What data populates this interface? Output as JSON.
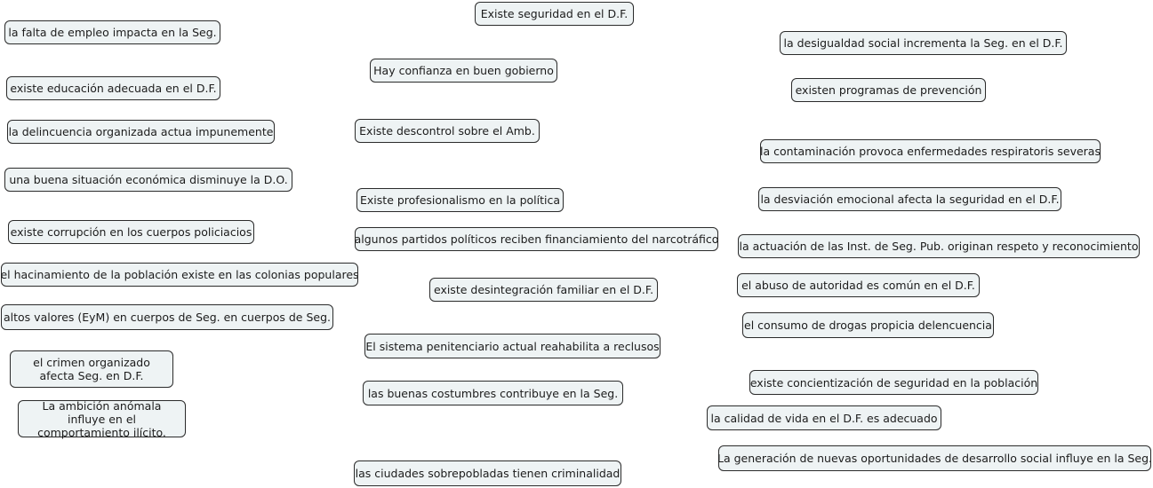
{
  "nodes": [
    "Existe seguridad en el D.F.",
    "la falta de empleo impacta en la Seg.",
    "la desigualdad social incrementa la Seg. en el D.F.",
    "Hay confianza en buen gobierno",
    "existe educación adecuada en el D.F.",
    "existen programas de prevención",
    "la delincuencia organizada actua impunemente",
    "Existe descontrol sobre el Amb.",
    "la contaminación provoca enfermedades respiratoris severas",
    "una buena situación económica  disminuye la D.O.",
    "Existe profesionalismo en la política",
    "la desviación emocional afecta la seguridad en el D.F.",
    "existe corrupción en los cuerpos policiacios",
    "algunos partidos políticos reciben financiamiento del narcotráfico",
    "la actuación de las Inst. de Seg. Pub. originan respeto y reconocimiento",
    "el hacinamiento de la población existe en las colonias populares",
    "el abuso de autoridad es común en el D.F.",
    "existe desintegración familiar en el D.F.",
    "altos valores (EyM) en cuerpos de Seg. en cuerpos de Seg.",
    "el consumo de drogas propicia delencuencia",
    "El sistema penitenciario actual reahabilita a reclusos",
    "el crimen organizado afecta Seg. en D.F.",
    "existe concientización de seguridad en la población",
    "las buenas costumbres contribuye en la Seg.",
    "La ambición anómala influye en el comportamiento ilícito.",
    "la calidad de vida en el D.F. es adecuado",
    "La generación de nuevas oportunidades de desarrollo social influye en la Seg.",
    "las ciudades sobrepobladas tienen criminalidad"
  ]
}
